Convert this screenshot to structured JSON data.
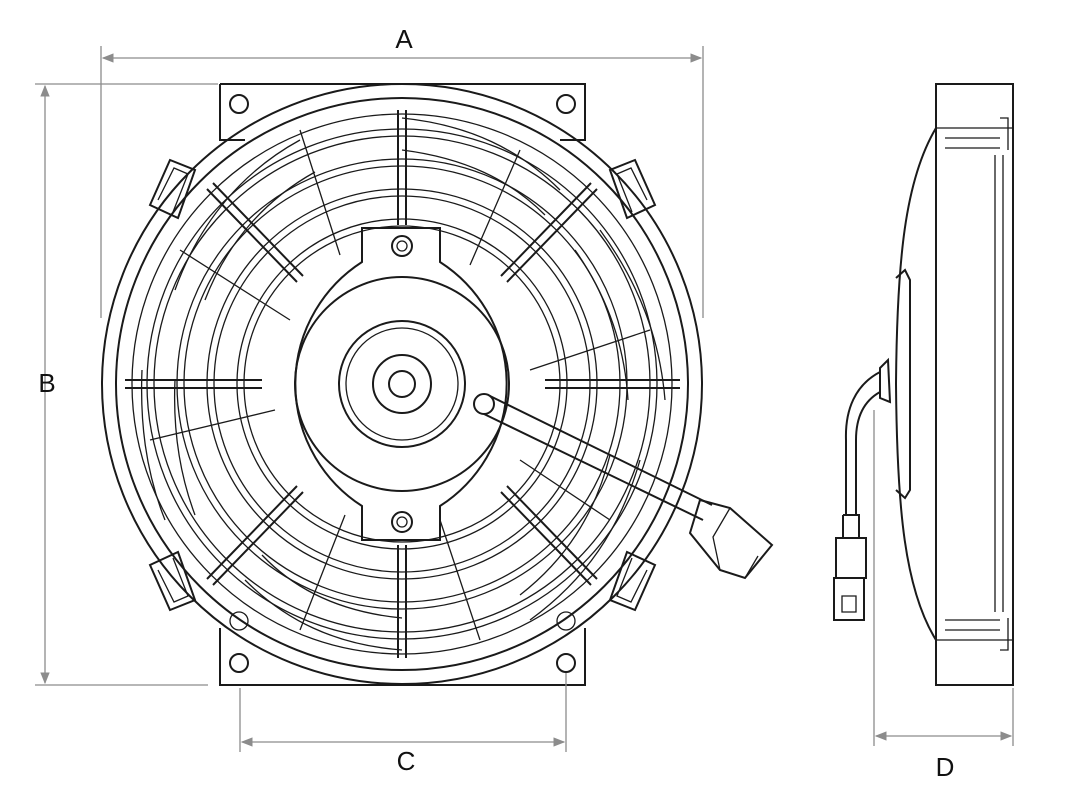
{
  "labels": {
    "a": "A",
    "b": "B",
    "c": "C",
    "d": "D"
  },
  "colors": {
    "line": "#1a1a1a",
    "dimension": "#8c8c8c",
    "background": "#ffffff"
  },
  "parts": {
    "front_view": "fan-front-view",
    "side_view": "fan-side-view"
  }
}
